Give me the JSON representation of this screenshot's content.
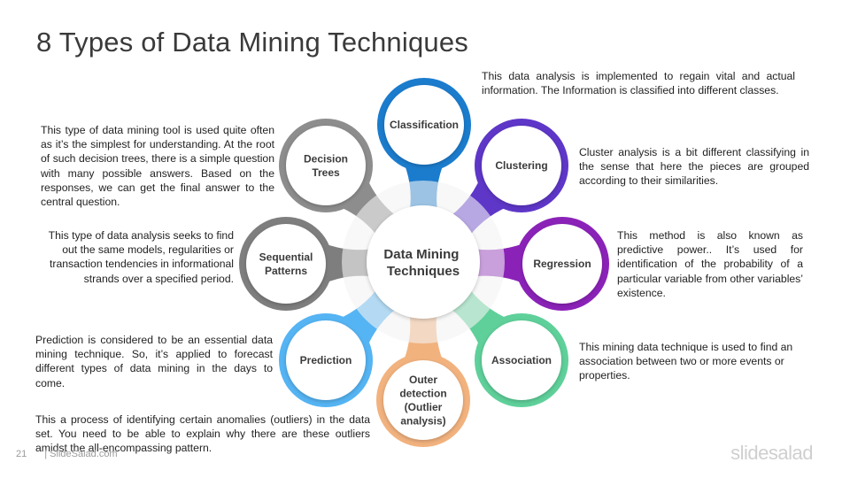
{
  "slide": {
    "title": "8 Types of Data Mining Techniques",
    "page_number": "21",
    "footer_site": "| SlideSalad.com",
    "logo_text": "slidesalad"
  },
  "center": {
    "lines": [
      "Data Mining",
      "Techniques"
    ]
  },
  "nodes": [
    {
      "id": "classification",
      "lines": [
        "Classification"
      ],
      "color": "#1b7ccd"
    },
    {
      "id": "clustering",
      "lines": [
        "Clustering"
      ],
      "color": "#5e36c8"
    },
    {
      "id": "regression",
      "lines": [
        "Regression"
      ],
      "color": "#8b22b8"
    },
    {
      "id": "association",
      "lines": [
        "Association"
      ],
      "color": "#5fd09a"
    },
    {
      "id": "outer-detection",
      "lines": [
        "Outer",
        "detection",
        "(Outlier",
        "analysis)"
      ],
      "color": "#f2b27e"
    },
    {
      "id": "prediction",
      "lines": [
        "Prediction"
      ],
      "color": "#55b4f3"
    },
    {
      "id": "sequential-patterns",
      "lines": [
        "Sequential",
        "Patterns"
      ],
      "color": "#7e7e7e"
    },
    {
      "id": "decision-trees",
      "lines": [
        "Decision",
        "Trees"
      ],
      "color": "#8d8d8d"
    }
  ],
  "descriptions": {
    "classification": "This data analysis is implemented to regain vital and actual information. The Information is classified into different classes.",
    "clustering": "Cluster analysis is a bit different classifying in the sense that here the pieces are grouped according to their similarities.",
    "regression": "This method is also known as predictive power.. It’s used for identification of the probability of a particular variable from other variables’ existence.",
    "association": "This mining data technique is used to find an association between two or more events or properties.",
    "outer_detection": "This a process of identifying certain anomalies (outliers) in the data set. You need to be able to explain why there are these outliers amidst the all-encompassing pattern.",
    "prediction": "Prediction is considered to be an essential data mining technique. So, it’s applied to forecast different types of data mining in the days to come.",
    "sequential_patterns": "This type of data analysis seeks to find out the same models, regularities or transaction tendencies in informational strands over a specified period.",
    "decision_trees": "This type of data mining tool is used quite often as it’s the simplest for understanding. At the root of such decision trees, there is a simple question with many possible answers. Based on the responses, we can get the final answer to the central question."
  }
}
